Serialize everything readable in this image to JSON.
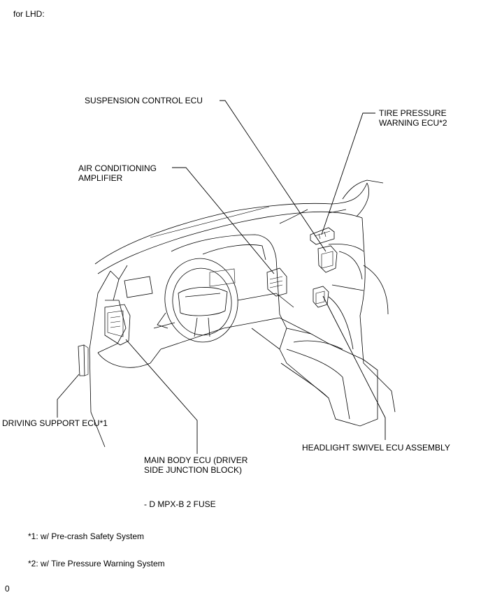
{
  "header": {
    "variant_label": "for LHD:"
  },
  "callouts": {
    "suspension_ecu": "SUSPENSION CONTROL ECU",
    "tire_pressure_line1": "TIRE PRESSURE",
    "tire_pressure_line2": "WARNING ECU*2",
    "air_cond_line1": "AIR CONDITIONING",
    "air_cond_line2": "AMPLIFIER",
    "driving_support": "DRIVING SUPPORT ECU*1",
    "headlight_swivel": "HEADLIGHT SWIVEL ECU ASSEMBLY",
    "main_body_line1": "MAIN BODY ECU (DRIVER",
    "main_body_line2": "SIDE JUNCTION BLOCK)",
    "fuse": "- D MPX-B 2 FUSE"
  },
  "footnotes": {
    "note1": "*1: w/ Pre-crash Safety System",
    "note2": "*2: w/ Tire Pressure Warning System"
  },
  "page_marker": "0"
}
